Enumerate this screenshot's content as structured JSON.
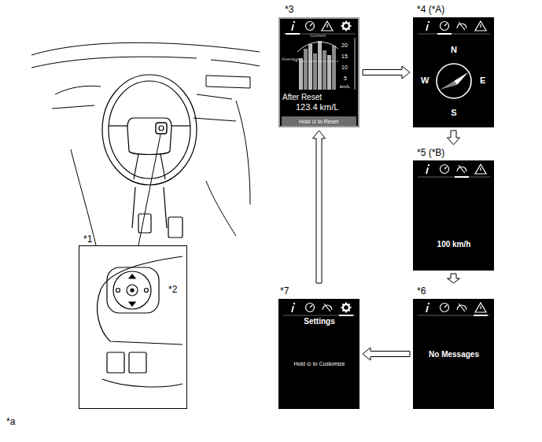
{
  "diagram": {
    "nodes": [
      {
        "text": [
          "*1"
        ]
      },
      {
        "text": [
          "*3",
          "Current",
          "Average",
          "20",
          "15",
          "10",
          "5",
          "km/L",
          "After Reset",
          "123.4 km/L",
          "Hold ⊙ to Reset"
        ]
      },
      {
        "text": [
          "*4 (*A)",
          "N",
          "W",
          "E",
          "S"
        ]
      },
      {
        "text": [
          "*5 (*B)",
          "100 km/h"
        ]
      },
      {
        "text": [
          "*6",
          "No Messages"
        ]
      },
      {
        "text": [
          "*7",
          "Settings",
          "Hold ⊙ to Customize"
        ]
      }
    ],
    "edges": [
      {
        "from": 1,
        "to": 2,
        "arrow": "to"
      },
      {
        "from": 2,
        "to": 3,
        "arrow": "to"
      },
      {
        "from": 3,
        "to": 4,
        "arrow": "to"
      },
      {
        "from": 4,
        "to": 5,
        "arrow": "to"
      },
      {
        "from": 5,
        "to": 1,
        "arrow": "to"
      }
    ],
    "labels": [
      "*2",
      "*a"
    ]
  }
}
